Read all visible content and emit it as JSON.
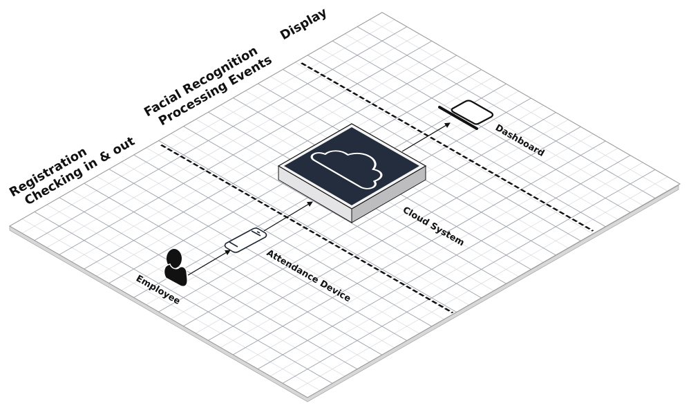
{
  "zones": [
    {
      "line1": "Registration",
      "line2": "Checking in & out"
    },
    {
      "line1": "Facial Recognition",
      "line2": "Processing Events"
    },
    {
      "line1": "Display"
    }
  ],
  "nodes": {
    "employee": {
      "label": "Employee",
      "icon": "person-icon"
    },
    "device": {
      "label": "Attendance Device",
      "icon": "mobile-phone-icon"
    },
    "cloud": {
      "label": "Cloud System",
      "icon": "cloud-icon"
    },
    "dashboard": {
      "label": "Dashboard",
      "icon": "laptop-icon"
    }
  },
  "colors": {
    "cloud_face": "#232d3d",
    "grid_major": "#9aa0aa",
    "grid_minor": "#d6d9de",
    "box_side": "#c8c8ca"
  }
}
